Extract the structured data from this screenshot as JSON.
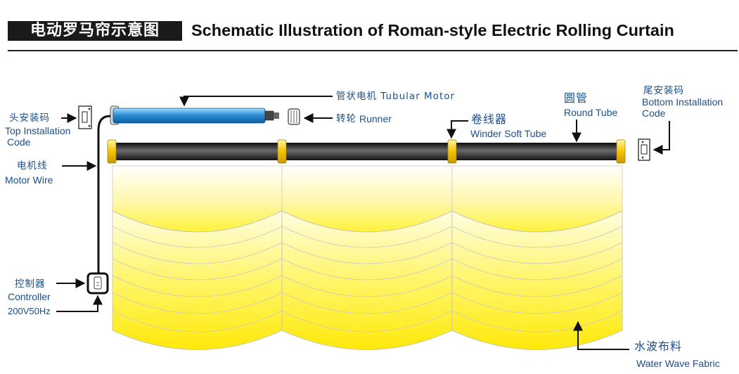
{
  "header": {
    "title_cn": "电动罗马帘示意图",
    "title_en": "Schematic Illustration of Roman-style Electric Rolling Curtain"
  },
  "labels": {
    "tubular_motor": "管状电机 Tubular Motor",
    "runner_cn": "转轮",
    "runner_en": "Runner",
    "winder_cn": "卷线器",
    "winder_en": "Winder  Soft Tube",
    "round_tube_cn": "圆管",
    "round_tube_en": "Round Tube",
    "bottom_install_cn": "尾安装码",
    "bottom_install_en_1": "Bottom Installation",
    "bottom_install_en_2": "Code",
    "top_install_cn": "头安装码",
    "top_install_en_1": "Top Installation",
    "top_install_en_2": "Code",
    "motor_wire_cn": "电机线",
    "motor_wire_en": "Motor Wire",
    "controller_cn": "控制器",
    "controller_en": "Controller",
    "power": "200V50Hz",
    "fabric_cn": "水波布料",
    "fabric_en": "Water Wave Fabric"
  },
  "colors": {
    "label_blue": "#1c4f8a",
    "motor_blue": "#2e8fd6",
    "fabric_yellow": "#fff23a",
    "tube_dark": "#2b2b2b"
  }
}
